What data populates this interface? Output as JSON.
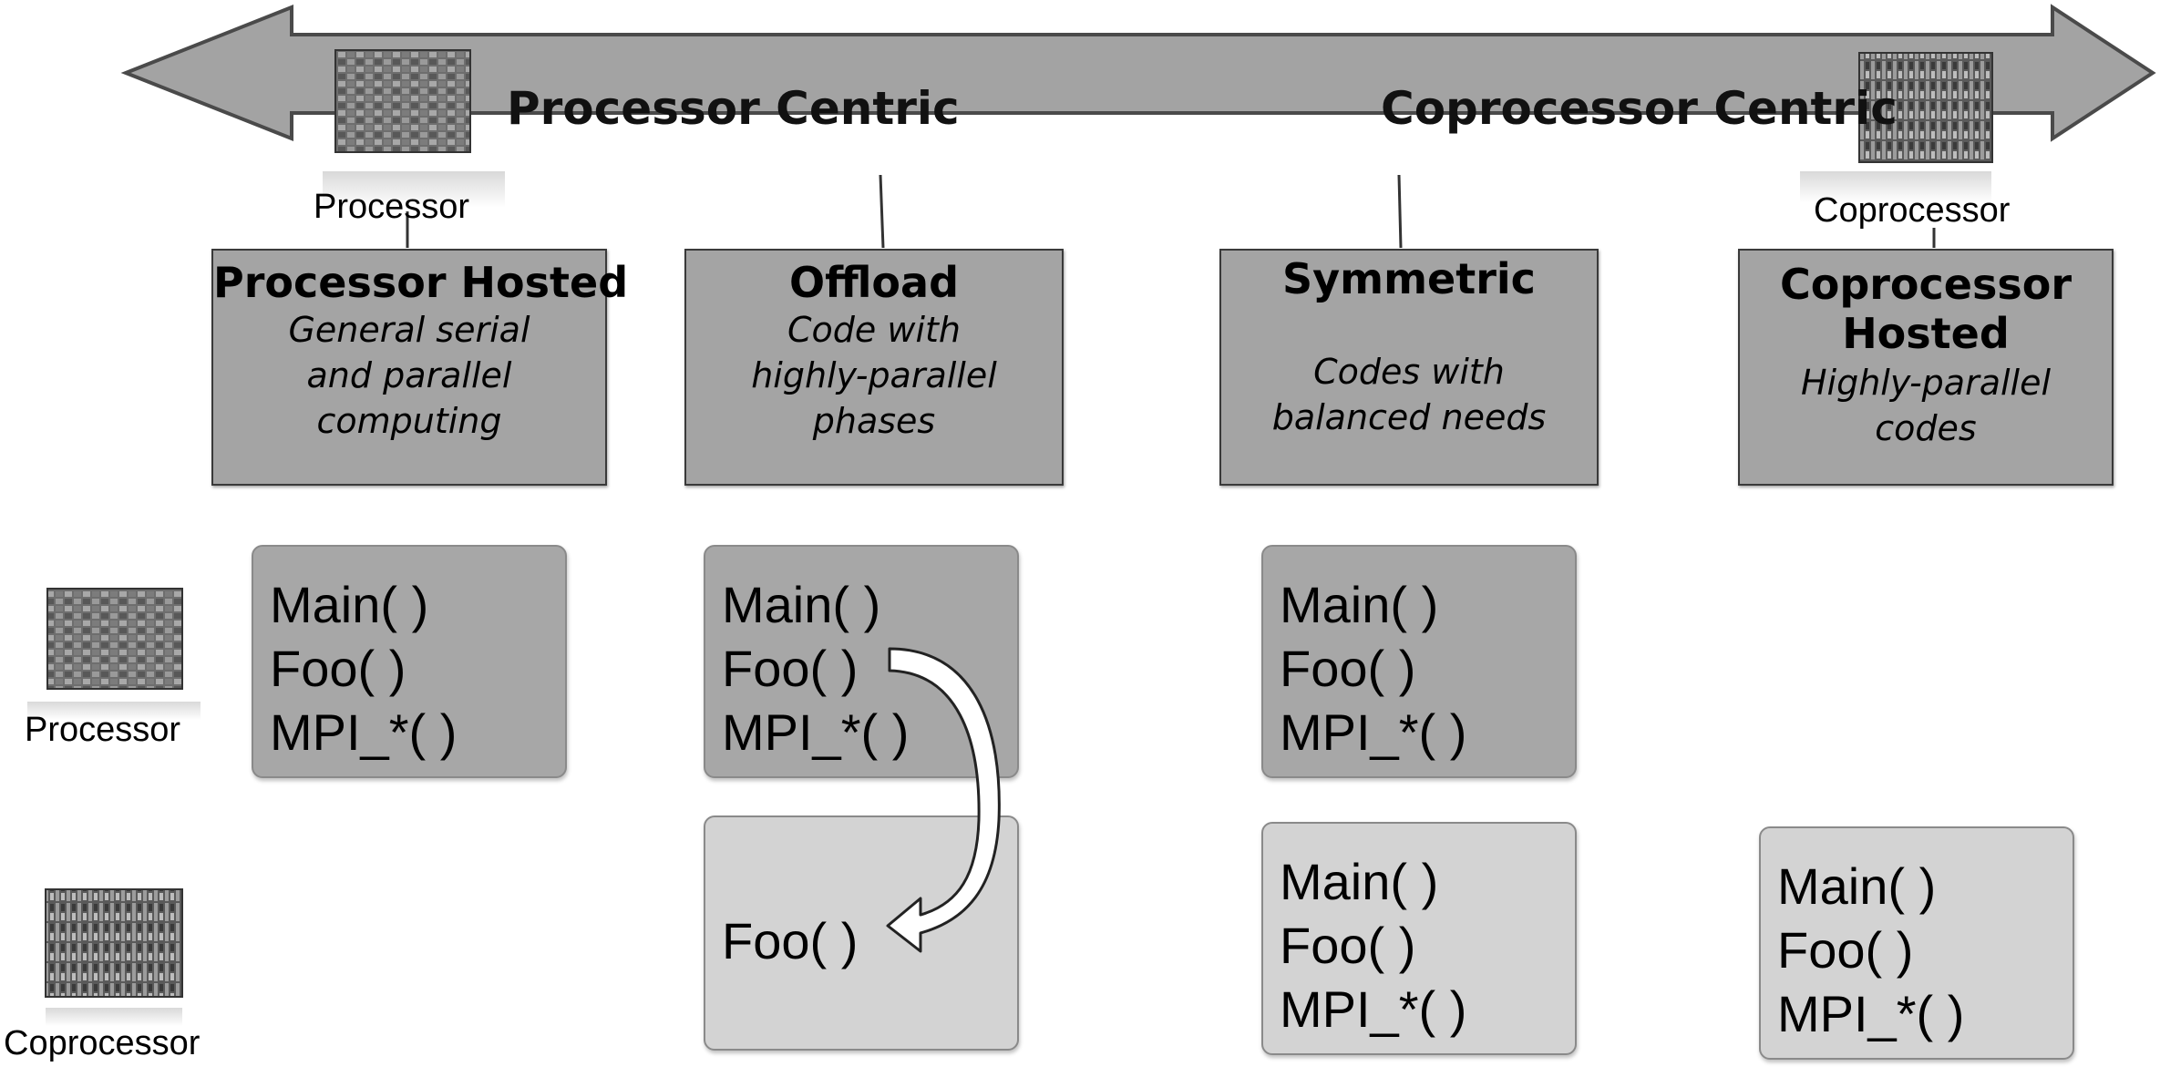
{
  "spectrum": {
    "left_title": "Processor Centric",
    "right_title": "Coprocessor Centric",
    "left_chip_label": "Processor",
    "right_chip_label": "Coprocessor",
    "left_chip_icon": "processor-die-photo",
    "right_chip_icon": "coprocessor-die-photo"
  },
  "models": [
    {
      "title": "Processor Hosted",
      "description": "General serial\nand parallel\ncomputing"
    },
    {
      "title": "Offload",
      "description": "Code with\nhighly-parallel\nphases"
    },
    {
      "title": "Symmetric",
      "description": "Codes with\nbalanced needs"
    },
    {
      "title": "Coprocessor\nHosted",
      "description": "Highly-parallel\ncodes"
    }
  ],
  "rows": {
    "processor_label": "Processor",
    "coprocessor_label": "Coprocessor",
    "processor_icon": "processor-die-photo",
    "coprocessor_icon": "coprocessor-die-photo"
  },
  "code": {
    "processor_hosted": {
      "processor": [
        "Main( )",
        "Foo( )",
        "MPI_*( )"
      ]
    },
    "offload": {
      "processor": [
        "Main( )",
        "Foo( )",
        "MPI_*( )"
      ],
      "coprocessor": [
        "Foo( )"
      ]
    },
    "symmetric": {
      "processor": [
        "Main( )",
        "Foo( )",
        "MPI_*( )"
      ],
      "coprocessor": [
        "Main( )",
        "Foo( )",
        "MPI_*( )"
      ]
    },
    "coprocessor_hosted": {
      "coprocessor": [
        "Main( )",
        "Foo( )",
        "MPI_*( )"
      ]
    }
  },
  "colors": {
    "arrow_fill": "#a3a3a3",
    "arrow_stroke": "#4a4a4a",
    "model_box_fill": "#a4a4a4",
    "host_code_fill": "#a7a7a7",
    "coprocessor_code_fill": "#d3d3d3"
  }
}
